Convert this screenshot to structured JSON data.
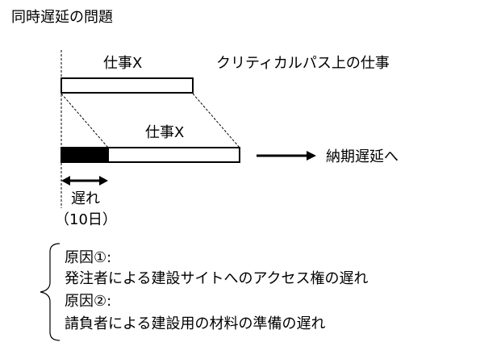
{
  "title": "同時遅延の問題",
  "task_top": {
    "label": "仕事X"
  },
  "critical_path_label": "クリティカルパス上の仕事",
  "task_bottom": {
    "label": "仕事X"
  },
  "result_label": "納期遅延へ",
  "delay": {
    "label": "遅れ",
    "days": "（10日）"
  },
  "causes": [
    {
      "title": "原因①:",
      "text": "発注者による建設サイトへのアクセス権の遅れ"
    },
    {
      "title": "原因②:",
      "text": "請負者による建設用の材料の準備の遅れ"
    }
  ]
}
